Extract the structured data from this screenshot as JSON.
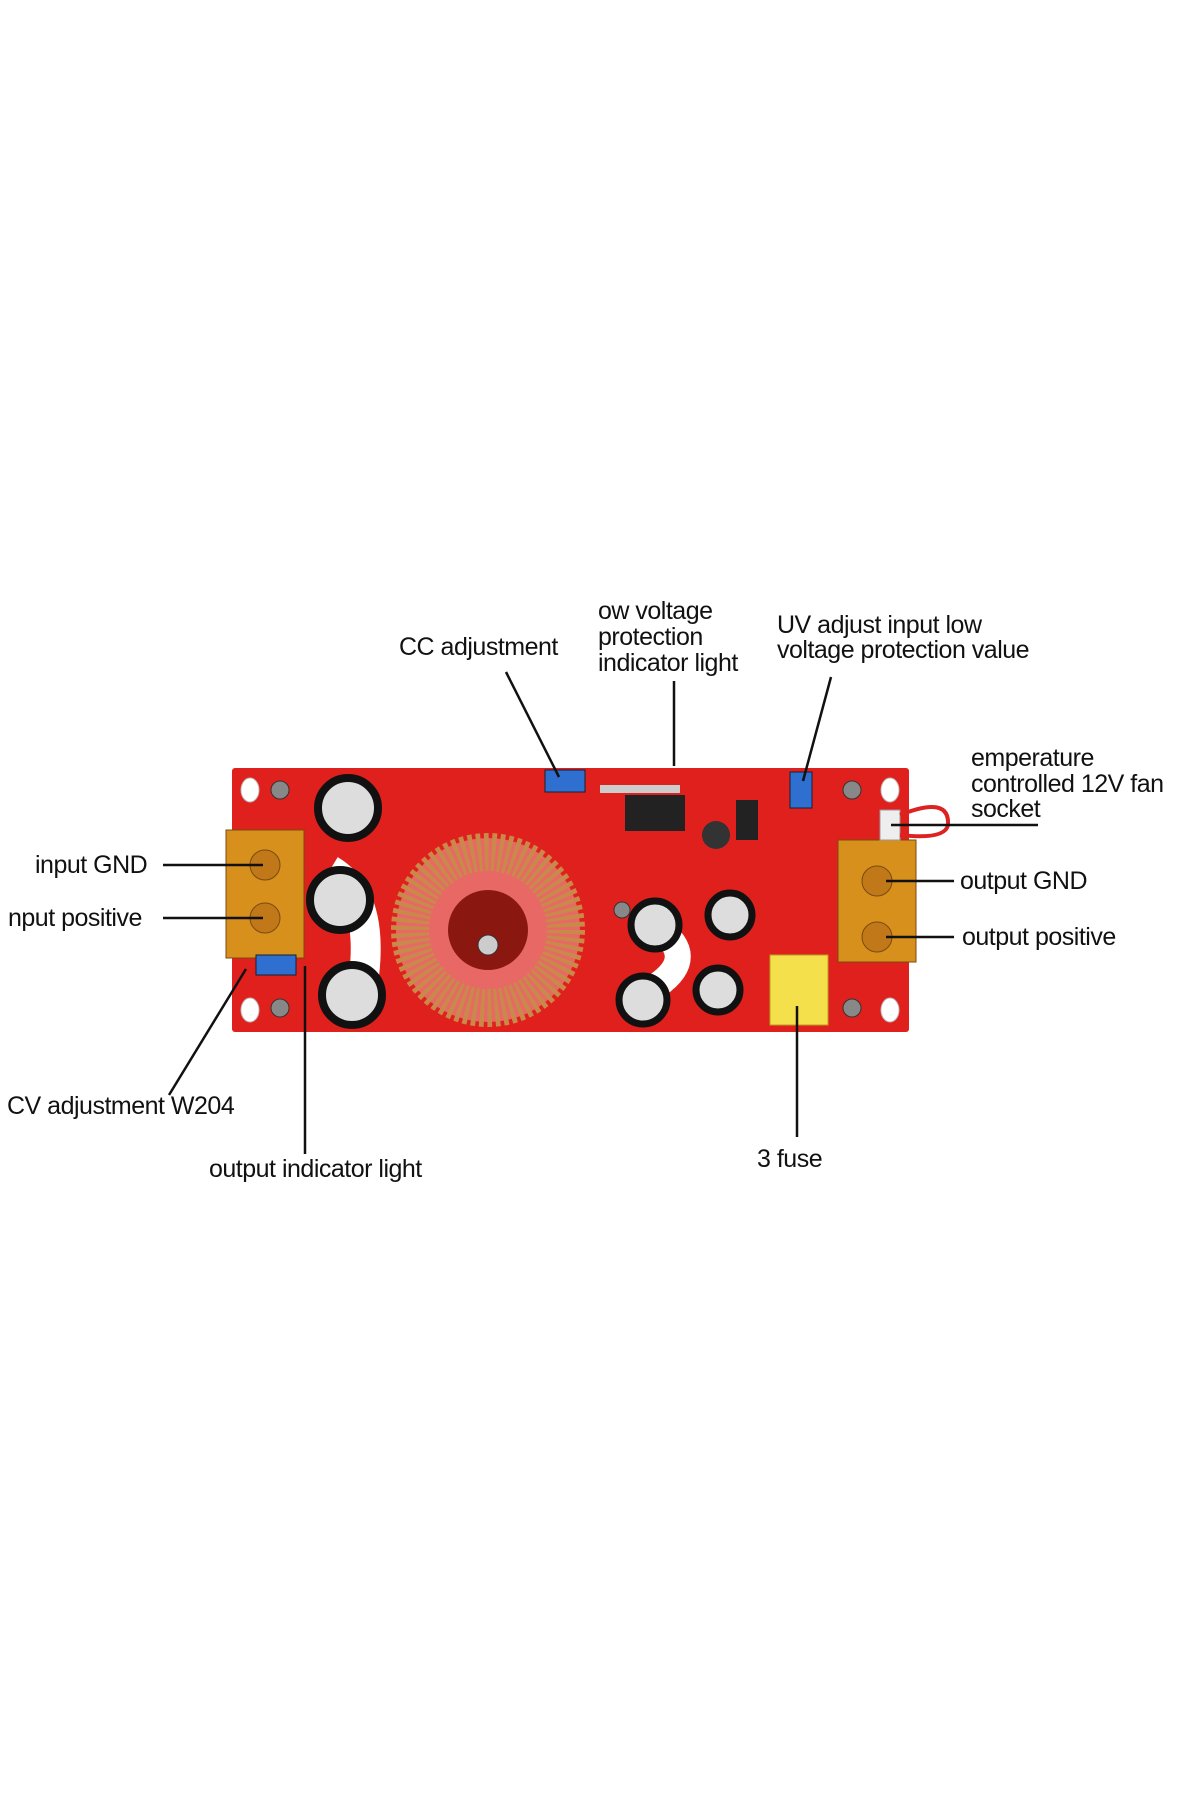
{
  "labels": {
    "cc_adjustment": "CC adjustment",
    "low_voltage_light": [
      "ow voltage",
      "protection",
      "indicator light"
    ],
    "uv_adjust": [
      "UV adjust input low",
      "voltage protection value"
    ],
    "fan_socket": [
      "emperature",
      "controlled 12V fan",
      "socket"
    ],
    "input_gnd": "input GND",
    "input_positive": "nput positive",
    "output_gnd": "output GND",
    "output_positive": "output positive",
    "cv_adjustment": "CV adjustment W204",
    "output_indicator_light": "output indicator light",
    "fuse": "3 fuse"
  },
  "colors": {
    "board": "#e0201c",
    "terminal": "#d8901c",
    "fuse": "#f4e04a",
    "coil": "#c8894a",
    "potentiometer": "#2e6fd0"
  }
}
